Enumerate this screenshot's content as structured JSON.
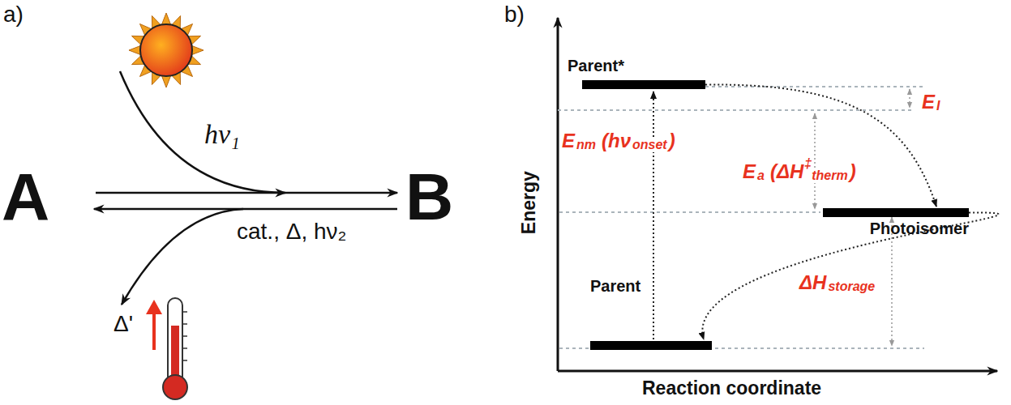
{
  "diagram": {
    "nodes": [
      {
        "text": [
          "Parent*"
        ]
      },
      {
        "text": [
          "Photoisomer"
        ]
      },
      {
        "text": [
          "Parent"
        ]
      }
    ],
    "edges": [
      {
        "from": 2,
        "to": 0,
        "arrow": "to"
      },
      {
        "from": 0,
        "to": 1,
        "arrow": "to"
      },
      {
        "from": 1,
        "to": 2,
        "arrow": "to"
      }
    ],
    "labels": [
      "a)",
      "b)",
      "A",
      "B",
      "hν₁",
      "cat., Δ, hν₂",
      "Δ'",
      "Energy",
      "Reaction coordinate",
      "E",
      "I",
      "E",
      "nm",
      "(hν",
      "onset",
      ")",
      "E",
      "a",
      "(ΔH",
      "‡",
      "therm",
      ")",
      "ΔH",
      "storage"
    ]
  }
}
